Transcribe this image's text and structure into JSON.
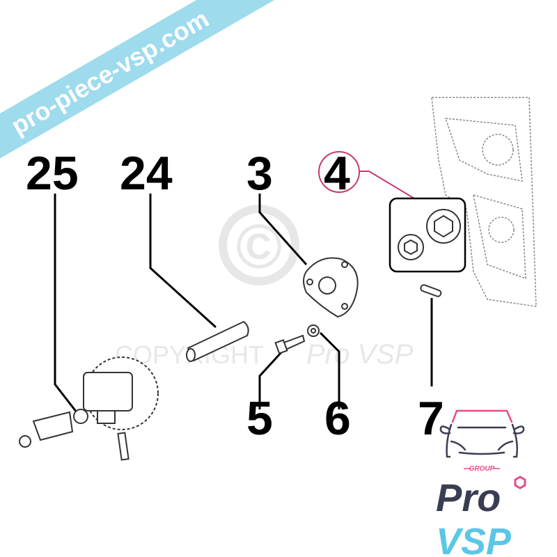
{
  "callouts": [
    {
      "label": "25"
    },
    {
      "label": "24"
    },
    {
      "label": "3"
    },
    {
      "label": "4",
      "highlighted": true
    },
    {
      "label": "5"
    },
    {
      "label": "6"
    },
    {
      "label": "7"
    }
  ],
  "watermark": {
    "banner_text": "pro-piece-vsp.com",
    "copyright_symbol": "©",
    "copyright_text": "COPYRIGHT",
    "copyright_brand": "Pro VSP"
  },
  "logo": {
    "group": "GROUP",
    "pro": "Pro",
    "vsp": "VSP"
  },
  "colors": {
    "banner": "#8fd6ea",
    "highlight": "#c8386e",
    "logo_dark": "#3a3d52",
    "logo_blue": "#5cc6e6",
    "logo_pink": "#e84a8a"
  }
}
